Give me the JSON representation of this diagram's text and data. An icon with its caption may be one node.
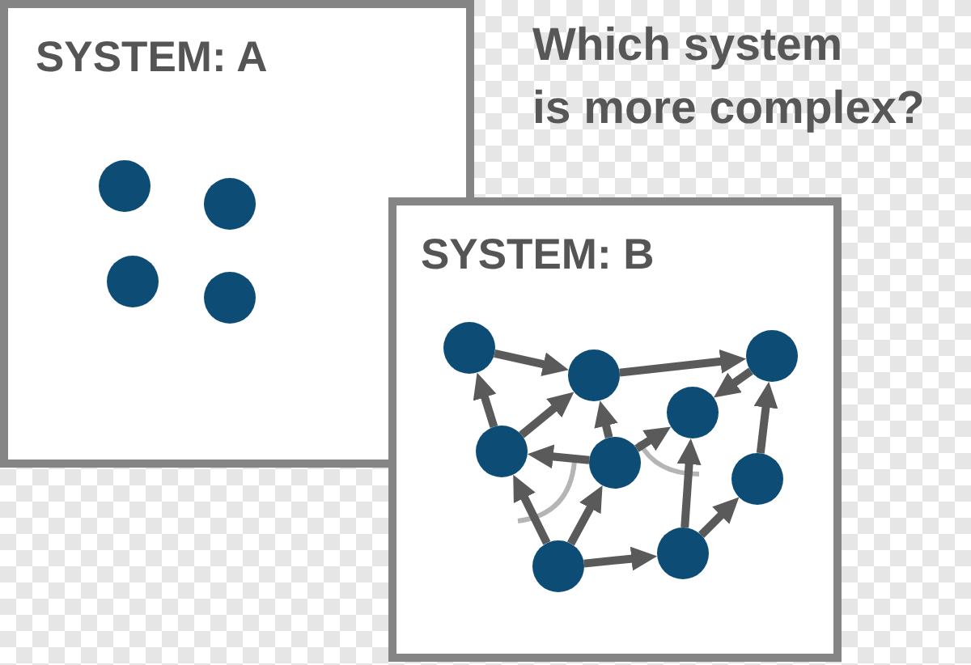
{
  "diagram": {
    "title": "Which system is more complex?",
    "nodes": [
      {
        "text": [
          "SYSTEM: A"
        ]
      },
      {
        "text": [],
        "shape": "circle",
        "in": 0
      },
      {
        "text": [],
        "shape": "circle",
        "in": 0
      },
      {
        "text": [],
        "shape": "circle",
        "in": 0
      },
      {
        "text": [],
        "shape": "circle",
        "in": 0
      },
      {
        "text": [
          "SYSTEM: B"
        ]
      },
      {
        "text": [],
        "shape": "circle",
        "in": 5
      },
      {
        "text": [],
        "shape": "circle",
        "in": 5
      },
      {
        "text": [],
        "shape": "circle",
        "in": 5
      },
      {
        "text": [],
        "shape": "circle",
        "in": 5
      },
      {
        "text": [],
        "shape": "circle",
        "in": 5
      },
      {
        "text": [],
        "shape": "circle",
        "in": 5
      },
      {
        "text": [],
        "shape": "circle",
        "in": 5
      },
      {
        "text": [],
        "shape": "circle",
        "in": 5
      },
      {
        "text": [],
        "shape": "circle",
        "in": 5
      }
    ],
    "edges": [
      {
        "from": 6,
        "to": 7,
        "arrow": "to"
      },
      {
        "from": 7,
        "to": 8,
        "arrow": "to"
      },
      {
        "from": 8,
        "to": 9,
        "arrow": "to"
      },
      {
        "from": 10,
        "to": 6,
        "arrow": "to"
      },
      {
        "from": 10,
        "to": 7,
        "arrow": "to"
      },
      {
        "from": 11,
        "to": 7,
        "arrow": "to"
      },
      {
        "from": 11,
        "to": 10,
        "arrow": "to"
      },
      {
        "from": 11,
        "to": 9,
        "arrow": "to"
      },
      {
        "from": 13,
        "to": 10,
        "arrow": "to"
      },
      {
        "from": 13,
        "to": 11,
        "arrow": "to"
      },
      {
        "from": 13,
        "to": 14,
        "arrow": "to"
      },
      {
        "from": 14,
        "to": 9,
        "arrow": "to"
      },
      {
        "from": 14,
        "to": 12,
        "arrow": "to"
      },
      {
        "from": 12,
        "to": 8,
        "arrow": "to"
      }
    ]
  }
}
